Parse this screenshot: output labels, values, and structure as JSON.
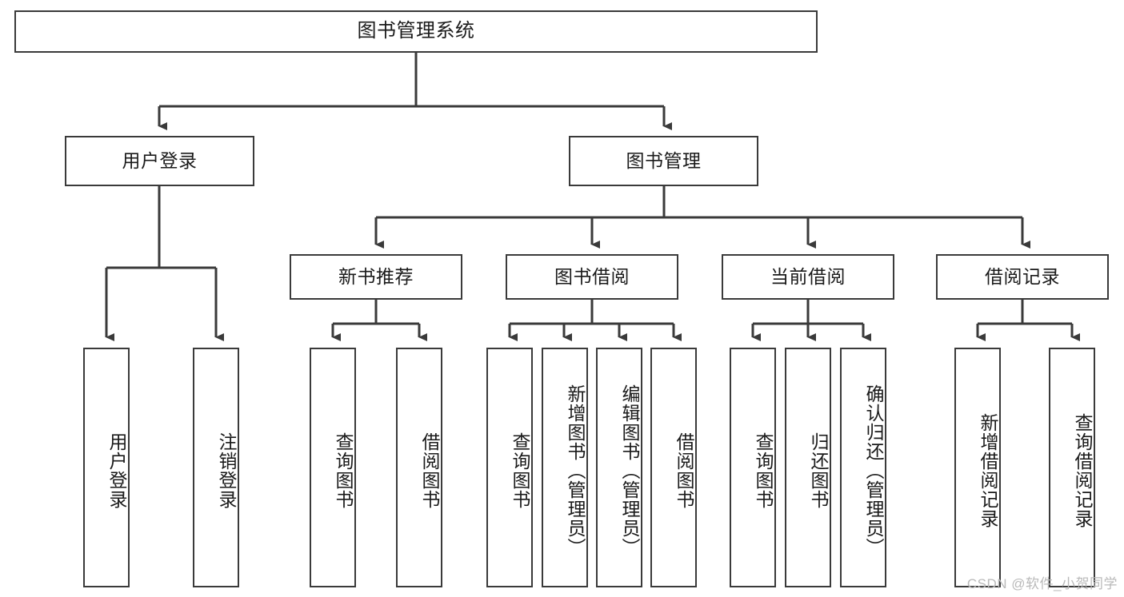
{
  "diagram": {
    "type": "tree",
    "title": "图书管理系统",
    "orientation": "top-down",
    "colors": {
      "box_border": "#3a3a3a",
      "box_fill": "#ffffff",
      "connector": "#3a3a3a",
      "text": "#1a1a1a",
      "watermark": "#b9b9b9"
    },
    "root": {
      "label": "图书管理系统",
      "text_direction": "horizontal"
    },
    "level2": [
      {
        "label": "用户登录",
        "text_direction": "horizontal"
      },
      {
        "label": "图书管理",
        "text_direction": "horizontal"
      }
    ],
    "level3": [
      {
        "label": "新书推荐",
        "text_direction": "horizontal"
      },
      {
        "label": "图书借阅",
        "text_direction": "horizontal"
      },
      {
        "label": "当前借阅",
        "text_direction": "horizontal"
      },
      {
        "label": "借阅记录",
        "text_direction": "horizontal"
      }
    ],
    "leaves": {
      "user_login": [
        {
          "label": "用户登录",
          "text_direction": "vertical"
        },
        {
          "label": "注销登录",
          "text_direction": "vertical"
        }
      ],
      "new_book_recommend": [
        {
          "label": "查询图书",
          "text_direction": "vertical"
        },
        {
          "label": "借阅图书",
          "text_direction": "vertical"
        }
      ],
      "book_borrow": [
        {
          "label": "查询图书",
          "text_direction": "vertical"
        },
        {
          "label": "新增图书（管理员）",
          "text_direction": "vertical"
        },
        {
          "label": "编辑图书（管理员）",
          "text_direction": "vertical"
        },
        {
          "label": "借阅图书",
          "text_direction": "vertical"
        }
      ],
      "current_borrow": [
        {
          "label": "查询图书",
          "text_direction": "vertical"
        },
        {
          "label": "归还图书",
          "text_direction": "vertical"
        },
        {
          "label": "确认归还（管理员）",
          "text_direction": "vertical"
        }
      ],
      "borrow_record": [
        {
          "label": "新增借阅记录",
          "text_direction": "vertical"
        },
        {
          "label": "查询借阅记录",
          "text_direction": "vertical"
        }
      ]
    }
  },
  "watermark": {
    "text": "CSDN @软件_小贺同学"
  }
}
